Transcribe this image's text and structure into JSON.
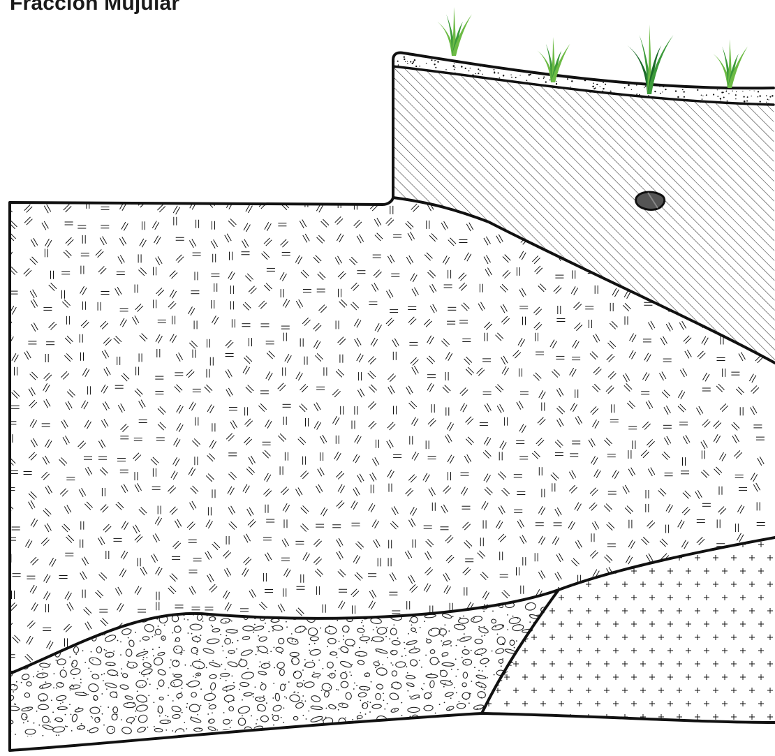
{
  "title": "Fracción Mujular",
  "colors": {
    "ink": "#111111",
    "pebble_ink": "#222222",
    "hatch": "#3a3a3a",
    "stone_fill": "#555555",
    "grass_light": "#6dbb45",
    "grass_mid": "#3c9a3a",
    "grass_dark": "#1c6b2a"
  },
  "layers": [
    {
      "id": "topsoil",
      "pattern": "stipple"
    },
    {
      "id": "diagonal-hatch-layer",
      "pattern": "diagonal-hatch",
      "inclusion": "stone-fragment"
    },
    {
      "id": "ash-layer",
      "pattern": "dash-clusters"
    },
    {
      "id": "gravel-layer",
      "pattern": "pebbles-and-dots"
    },
    {
      "id": "bedrock-layer",
      "pattern": "crosses"
    }
  ],
  "vegetation": [
    "grass-tuft",
    "grass-tuft",
    "grass-tuft",
    "grass-tuft"
  ]
}
